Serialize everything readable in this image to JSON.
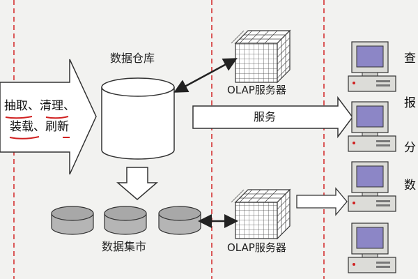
{
  "diagram": {
    "etl_line1": "抽取、清理、",
    "etl_line2": "装载、刷新",
    "warehouse_label": "数据仓库",
    "olap_top_label": "OLAP服务器",
    "olap_bottom_label": "OLAP服务器",
    "service_label": "服务",
    "datamart_label": "数据集市",
    "client_labels": [
      "查",
      "报",
      "分",
      "数"
    ]
  },
  "colors": {
    "dashed_line": "#d43030",
    "underline_red": "#d02020",
    "stroke": "#333333",
    "cylinder_fill": "#ffffff",
    "disk_fill": "#b5b5b5",
    "monitor_screen": "#8c86c6",
    "computer_body": "#dcdcd8"
  }
}
